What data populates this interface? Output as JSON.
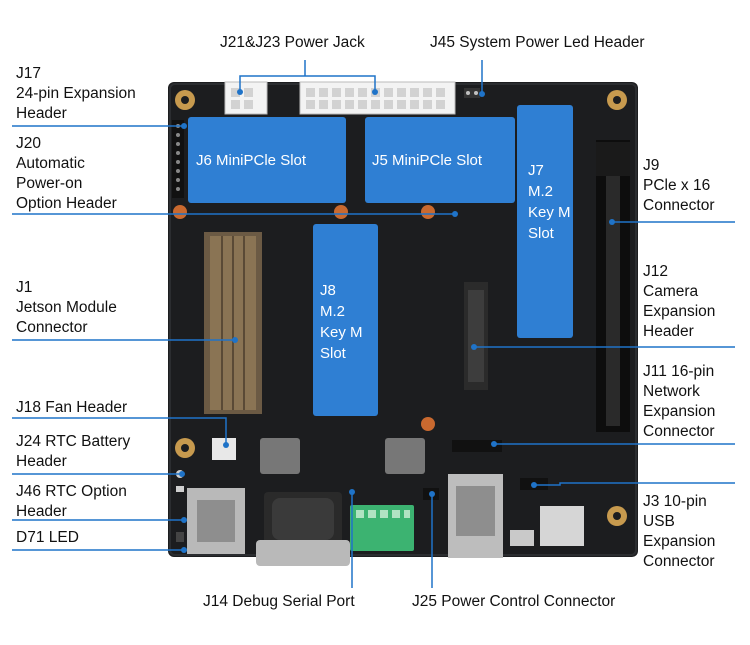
{
  "colors": {
    "board": "#1c1d1f",
    "slot": "#2f7fd3",
    "callout": "#1f73c8",
    "terminal": "#3cb371",
    "brass": "#c79a4e"
  },
  "slots": {
    "j6": "J6 MiniPCle Slot",
    "j5": "J5 MiniPCle Slot",
    "j7": "J7\nM.2\nKey M\nSlot",
    "j8": "J8\nM.2\nKey M\nSlot"
  },
  "labels": {
    "j21_j23": "J21&J23 Power Jack",
    "j45": "J45 System Power Led Header",
    "j17": "J17\n24-pin Expansion\nHeader",
    "j20": "J20\nAutomatic\nPower-on\nOption Header",
    "j1": "J1\nJetson Module\nConnector",
    "j18": "J18 Fan Header",
    "j24": "J24 RTC Battery\nHeader",
    "j46": "J46 RTC Option\nHeader",
    "d71": "D71 LED",
    "j9": "J9\nPCle x 16\nConnector",
    "j12": "J12\nCamera\nExpansion\nHeader",
    "j11": "J11 16-pin\nNetwork\nExpansion\nConnector",
    "j3": "J3 10-pin\nUSB\nExpansion\nConnector",
    "j14": "J14 Debug Serial Port",
    "j25": "J25 Power Control Connector"
  }
}
